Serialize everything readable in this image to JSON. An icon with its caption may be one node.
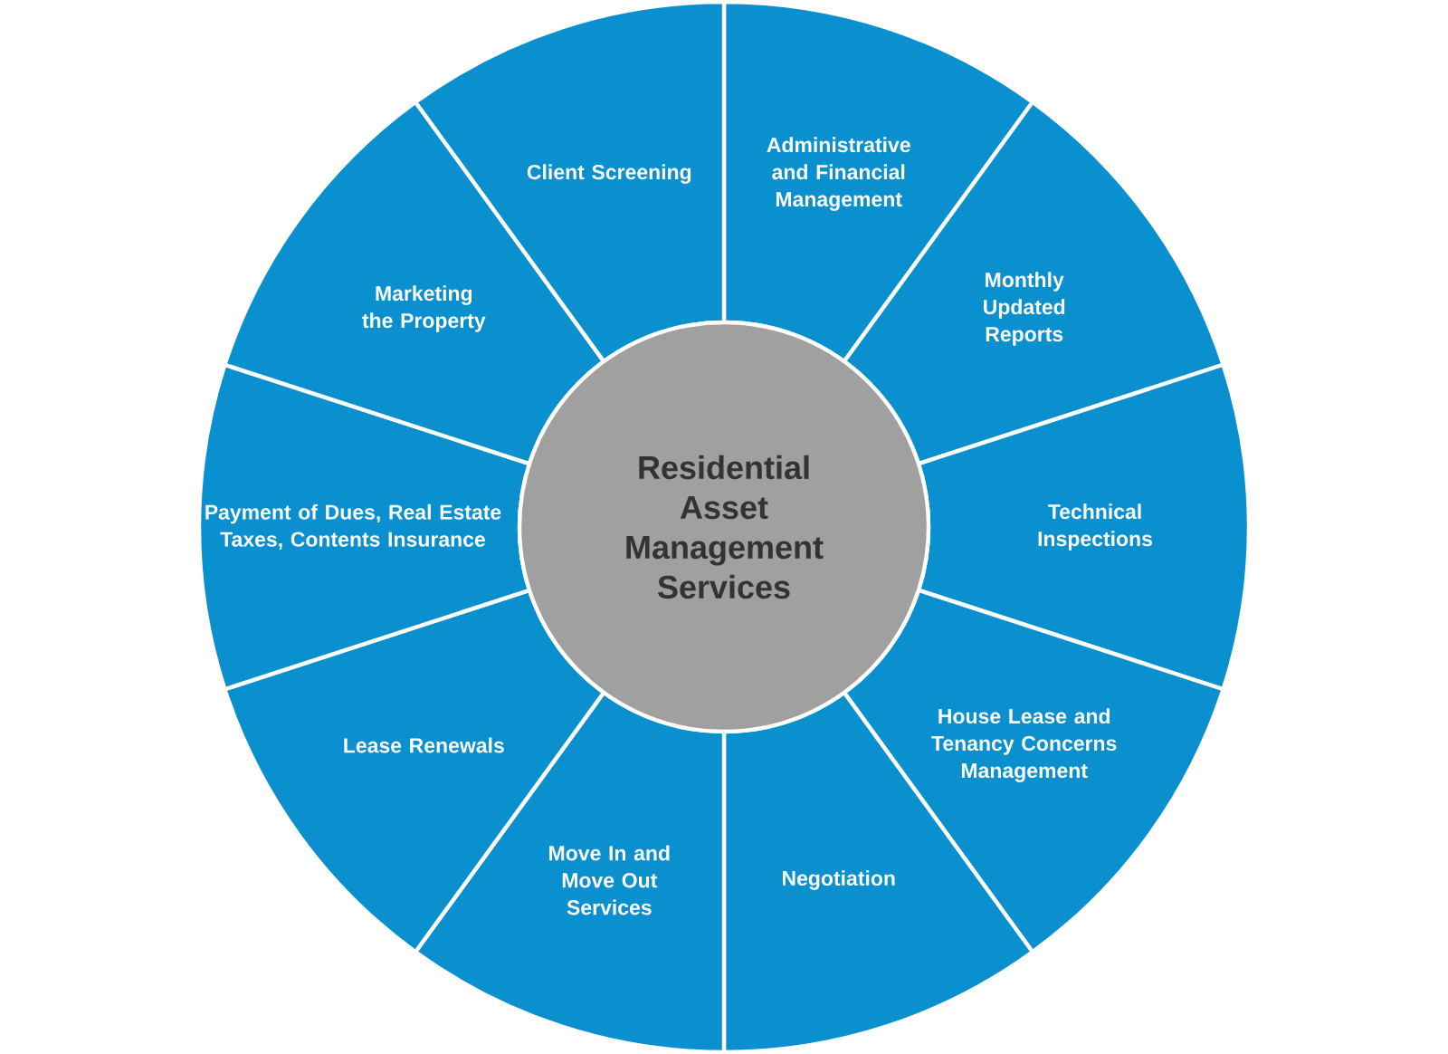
{
  "diagram": {
    "nodes": [
      {
        "text": [
          "Residential Asset Management Services"
        ]
      },
      {
        "text": [
          "Administrative and Financial Management"
        ]
      },
      {
        "text": [
          "Monthly Updated Reports"
        ]
      },
      {
        "text": [
          "Technical Inspections"
        ]
      },
      {
        "text": [
          "House Lease and Tenancy Concerns Management"
        ]
      },
      {
        "text": [
          "Negotiation"
        ]
      },
      {
        "text": [
          "Move In and Move Out Services"
        ]
      },
      {
        "text": [
          "Lease Renewals"
        ]
      },
      {
        "text": [
          "Payment of Dues, Real Estate Taxes, Contents Insurance"
        ]
      },
      {
        "text": [
          "Marketing the Property"
        ]
      },
      {
        "text": [
          "Client Screening"
        ]
      }
    ]
  }
}
